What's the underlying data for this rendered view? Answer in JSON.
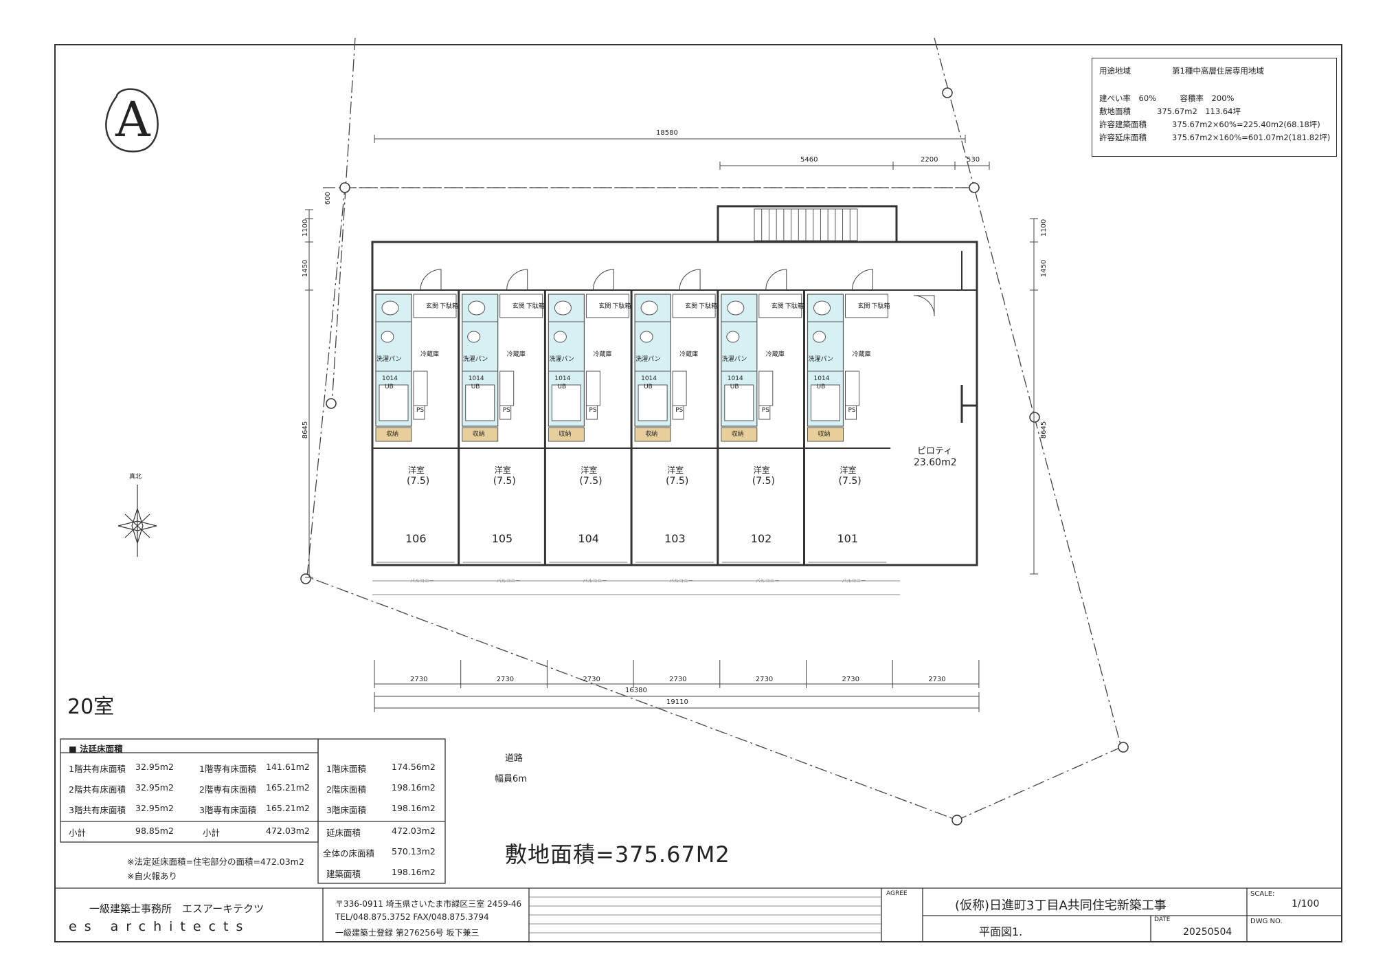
{
  "annotation": {
    "stamp": "A",
    "room_count": "20室"
  },
  "zoning": {
    "use_district_label": "用途地域",
    "use_district_value": "第1種中高層住居専用地域",
    "coverage": "建ぺい率　60%　　　容積率　200%",
    "site_area_label": "敷地面積",
    "site_area_value": "375.67m2　113.64坪",
    "allowed_building_label": "許容建築面積",
    "allowed_building_value": "375.67m2×60%=225.40m2(68.18坪)",
    "allowed_floor_label": "許容延床面積",
    "allowed_floor_value": "375.67m2×160%=601.07m2(181.82坪)"
  },
  "dimensions": {
    "top_total": "18580",
    "top_seg1": "5460",
    "top_seg2": "2200",
    "top_seg3": "530",
    "left_600": "600",
    "left_1100": "1100",
    "left_1450": "1450",
    "left_8645": "8645",
    "right_1100": "1100",
    "right_1450": "1450",
    "right_8645": "8645",
    "bottom_bays": [
      "2730",
      "2730",
      "2730",
      "2730",
      "2730",
      "2730",
      "2730"
    ],
    "bottom_16380": "16380",
    "bottom_19110": "19110"
  },
  "units": [
    {
      "number": "106",
      "room": "洋室",
      "size": "(7.5)"
    },
    {
      "number": "105",
      "room": "洋室",
      "size": "(7.5)"
    },
    {
      "number": "104",
      "room": "洋室",
      "size": "(7.5)"
    },
    {
      "number": "103",
      "room": "洋室",
      "size": "(7.5)"
    },
    {
      "number": "102",
      "room": "洋室",
      "size": "(7.5)"
    },
    {
      "number": "101",
      "room": "洋室",
      "size": "(7.5)"
    }
  ],
  "unit_labels": {
    "genkan": "玄関",
    "shoe": "下駄箱",
    "laundry": "洗濯パン",
    "fridge": "冷蔵庫",
    "ub_size": "1014",
    "ub": "UB",
    "ps": "PS",
    "storage": "収納",
    "balcony": "バルコニー"
  },
  "piloti": {
    "label": "ピロティ",
    "area": "23.60m2"
  },
  "north_label": "真北",
  "road": {
    "label": "道路",
    "width": "幅員6m"
  },
  "site_area_big": "敷地面積=375.67M2",
  "area_table": {
    "header": "■ 法廷床面積",
    "rows": [
      {
        "l1": "1階共有床面積",
        "v1": "32.95m2",
        "l2": "1階専有床面積",
        "v2": "141.61m2",
        "l3": "1階床面積",
        "v3": "174.56m2"
      },
      {
        "l1": "2階共有床面積",
        "v1": "32.95m2",
        "l2": "2階専有床面積",
        "v2": "165.21m2",
        "l3": "2階床面積",
        "v3": "198.16m2"
      },
      {
        "l1": "3階共有床面積",
        "v1": "32.95m2",
        "l2": "3階専有床面積",
        "v2": "165.21m2",
        "l3": "3階床面積",
        "v3": "198.16m2"
      },
      {
        "l1": "小計",
        "v1": "98.85m2",
        "l2": "小計",
        "v2": "472.03m2",
        "l3": "延床面積",
        "v3": "472.03m2"
      }
    ],
    "extra_rows": [
      {
        "l3": "全体の床面積",
        "v3": "570.13m2"
      },
      {
        "l3": "建築面積",
        "v3": "198.16m2"
      }
    ],
    "note1": "※法定延床面積=住宅部分の面積=472.03m2",
    "note2": "※自火報あり"
  },
  "title_block": {
    "firm_jp": "一級建築士事務所　エスアーキテクツ",
    "firm_en": "es architects",
    "address": "〒336-0911 埼玉県さいたま市緑区三室 2459-46",
    "tel": "TEL/048.875.3752 FAX/048.875.3794",
    "registration": "一級建築士登録 第276256号 坂下兼三",
    "agree_label": "AGREE",
    "project": "(仮称)日進町3丁目A共同住宅新築工事",
    "drawing": "平面図1.",
    "date_label": "DATE",
    "date": "20250504",
    "scale_label": "SCALE:",
    "scale": "1/100",
    "dwg_label": "DWG NO."
  }
}
